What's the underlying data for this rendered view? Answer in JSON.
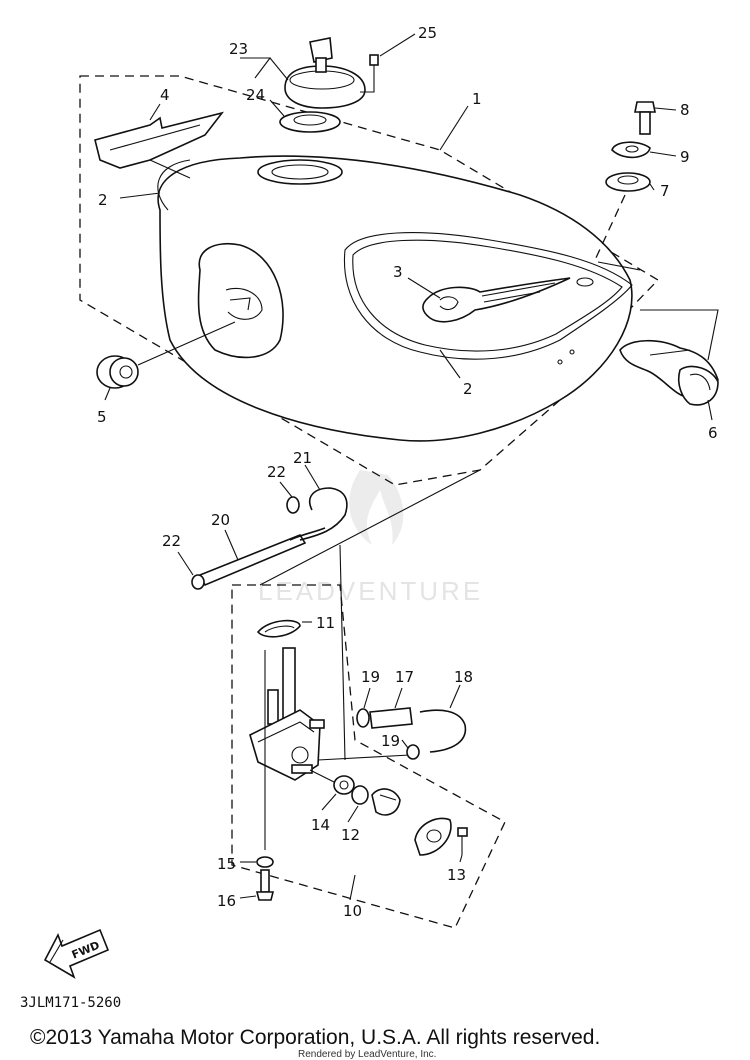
{
  "diagram": {
    "callouts": [
      "1",
      "2",
      "2",
      "3",
      "4",
      "5",
      "6",
      "7",
      "8",
      "9",
      "10",
      "11",
      "12",
      "13",
      "14",
      "15",
      "16",
      "17",
      "18",
      "19",
      "19",
      "20",
      "21",
      "22",
      "22",
      "23",
      "24",
      "25"
    ],
    "diagram_code": "3JLM171-5260",
    "fwd_label": "FWD",
    "watermark_text": "LEADVENTURE"
  },
  "footer": {
    "copyright": "©2013 Yamaha Motor Corporation, U.S.A. All rights reserved.",
    "rendered_by": "Rendered by LeadVenture, Inc."
  }
}
